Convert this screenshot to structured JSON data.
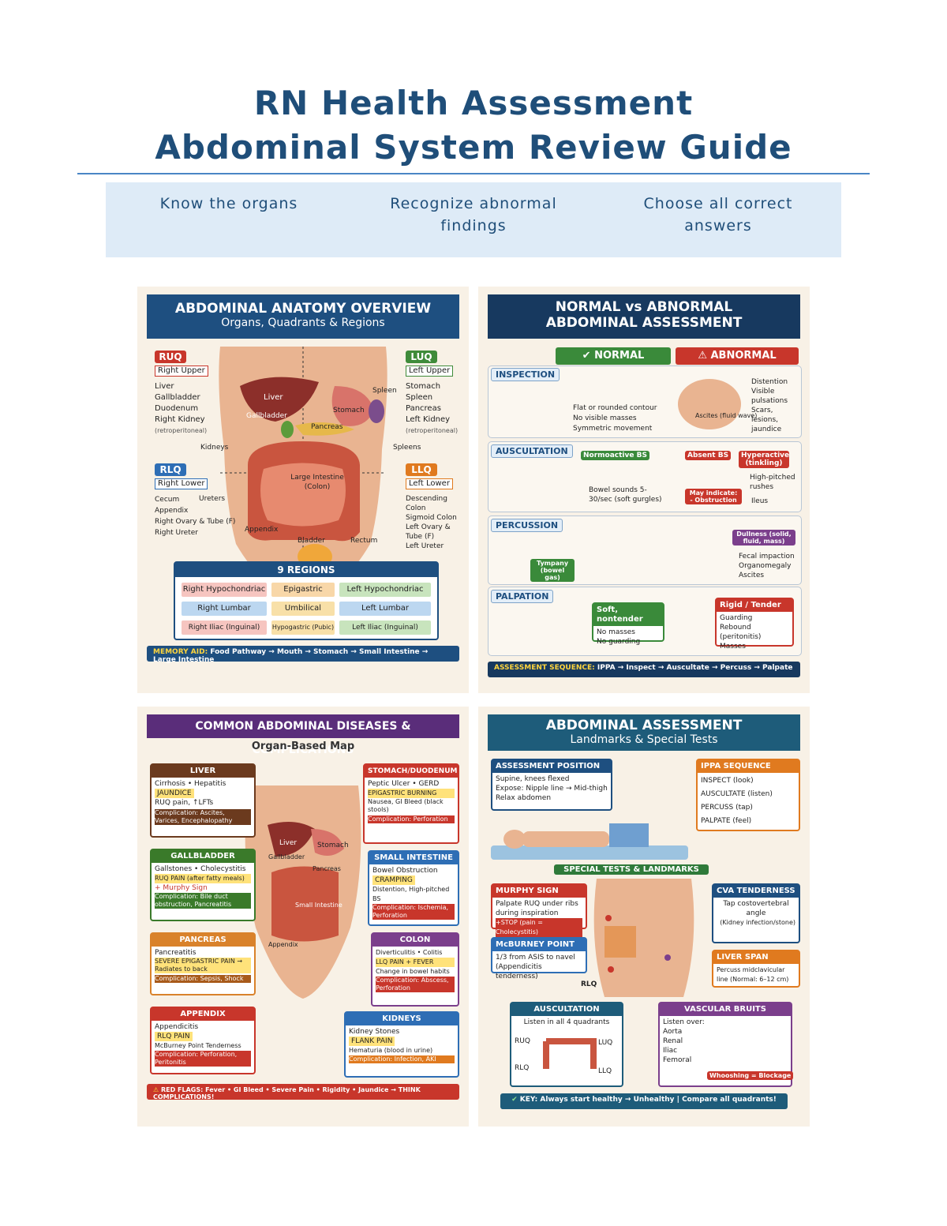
{
  "page": {
    "title_line1": "RN Health Assessment",
    "title_line2": "Abdominal System Review Guide",
    "taglines": [
      "Know the organs",
      "Recognize abnormal findings",
      "Choose all correct answers"
    ]
  },
  "panel1": {
    "title": "ABDOMINAL ANATOMY OVERVIEW",
    "subtitle": "Organs, Quadrants & Regions",
    "ruq": {
      "code": "RUQ",
      "name": "Right Upper",
      "items": [
        "Liver",
        "Gallbladder",
        "Duodenum",
        "Right Kidney"
      ],
      "note": "(retroperitoneal)"
    },
    "luq": {
      "code": "LUQ",
      "name": "Left Upper",
      "items": [
        "Stomach",
        "Spleen",
        "Pancreas",
        "Left Kidney"
      ],
      "note": "(retroperitoneal)"
    },
    "rlq": {
      "code": "RLQ",
      "name": "Right Lower",
      "items": [
        "Cecum",
        "Appendix",
        "Right Ovary & Tube (F)",
        "Right Ureter"
      ]
    },
    "llq": {
      "code": "LLQ",
      "name": "Left Lower",
      "items": [
        "Descending Colon",
        "Sigmoid Colon",
        "Left Ovary & Tube (F)",
        "Left Ureter"
      ]
    },
    "organ_labels": {
      "liver": "Liver",
      "spleen": "Spleen",
      "stomach": "Stomach",
      "gallbladder": "Gallbladder",
      "pancreas": "Pancreas",
      "kidneys": "Kidneys",
      "spleens": "Spleens",
      "large_intestine": "Large Intestine (Colon)",
      "ureters": "Ureters",
      "appendix": "Appendix",
      "bladder": "Bladder",
      "rectum": "Rectum"
    },
    "regions_title": "9 REGIONS",
    "regions": [
      "Right Hypochondriac",
      "Epigastric",
      "Left Hypochondriac",
      "Right Lumbar",
      "Umbilical",
      "Left Lumbar",
      "Right Iliac (Inguinal)",
      "Hypogastric (Pubic)",
      "Left Iliac (Inguinal)"
    ],
    "memory_label": "MEMORY AID:",
    "memory_text": "Food Pathway → Mouth → Stomach → Small Intestine → Large Intestine"
  },
  "panel2": {
    "title_line1": "NORMAL vs ABNORMAL",
    "title_line2": "ABDOMINAL ASSESSMENT",
    "normal": "✔ NORMAL",
    "abnormal": "⚠ ABNORMAL",
    "inspection": {
      "tag": "INSPECTION",
      "normal": [
        "Flat or rounded contour",
        "No visible masses",
        "Symmetric movement"
      ],
      "abnormal": [
        "Distention",
        "Visible pulsations",
        "Scars, lesions, jaundice"
      ],
      "ascites": "Ascites (fluid wave)"
    },
    "auscultation": {
      "tag": "AUSCULTATION",
      "normal_label": "Normoactive BS",
      "normal_note": "Bowel sounds 5-30/sec (soft gurgles)",
      "absent": "Absent BS",
      "hyper": "Hyperactive (tinkling)",
      "high": "High-pitched rushes",
      "indicate": "May indicate: - Obstruction",
      "ileus": "Ileus"
    },
    "percussion": {
      "tag": "PERCUSSION",
      "normal": "Tympany (bowel gas)",
      "dull": "Dullness (solid, fluid, mass)",
      "items": [
        "Fecal impaction",
        "Organomegaly",
        "Ascites"
      ]
    },
    "palpation": {
      "tag": "PALPATION",
      "normal": "Soft, nontender",
      "normal_items": [
        "No masses",
        "No guarding"
      ],
      "abnormal": "Rigid / Tender",
      "abnormal_items": [
        "Guarding",
        "Rebound (peritonitis)",
        "Masses"
      ]
    },
    "sequence_label": "ASSESSMENT SEQUENCE:",
    "sequence_text": "IPPA → Inspect → Auscultate → Percuss → Palpate"
  },
  "panel3": {
    "title": "COMMON ABDOMINAL DISEASES & COMPLICATIONS",
    "subtitle": "Organ-Based Map",
    "liver": {
      "name": "LIVER",
      "items": "Cirrhosis • Hepatitis",
      "key": "JAUNDICE",
      "sub": "RUQ pain, ↑LFTs",
      "comp": "Complication: Ascites, Varices, Encephalopathy"
    },
    "stomach": {
      "name": "STOMACH/DUODENUM",
      "items": "Peptic Ulcer • GERD",
      "key": "EPIGASTRIC BURNING",
      "sub": "Nausea, GI Bleed (black stools)",
      "comp": "Complication: Perforation"
    },
    "gallbladder": {
      "name": "GALLBLADDER",
      "items": "Gallstones • Cholecystitis",
      "key": "RUQ PAIN (after fatty meals)",
      "sub": "+ Murphy Sign",
      "comp": "Complication: Bile duct obstruction, Pancreatitis"
    },
    "small_intestine": {
      "name": "SMALL INTESTINE",
      "items": "Bowel Obstruction",
      "key": "CRAMPING",
      "sub": "Distention, High-pitched BS",
      "comp": "Complication: Ischemia, Perforation"
    },
    "pancreas": {
      "name": "PANCREAS",
      "items": "Pancreatitis",
      "key": "SEVERE EPIGASTRIC PAIN → Radiates to back",
      "comp": "Complication: Sepsis, Shock"
    },
    "colon": {
      "name": "COLON",
      "items": "Diverticulitis • Colitis",
      "key": "LLQ PAIN + FEVER",
      "sub": "Change in bowel habits",
      "comp": "Complication: Abscess, Perforation"
    },
    "appendix": {
      "name": "APPENDIX",
      "items": "Appendicitis",
      "key": "RLQ PAIN",
      "sub": "McBurney Point Tenderness",
      "comp": "Complication: Perforation, Peritonitis"
    },
    "kidneys": {
      "name": "KIDNEYS",
      "items": "Kidney Stones",
      "key": "FLANK PAIN",
      "sub": "Hematuria (blood in urine)",
      "comp": "Complication: Infection, AKI"
    },
    "organ_labels": {
      "liver": "Liver",
      "stomach": "Stomach",
      "gallbladder": "Gallbladder",
      "pancreas": "Pancreas",
      "small_intestine": "Small Intestine",
      "appendix": "Appendix"
    },
    "red_flags": "RED FLAGS: Fever • GI Bleed • Severe Pain • Rigidity • Jaundice → THINK COMPLICATIONS!"
  },
  "panel4": {
    "title_line1": "ABDOMINAL ASSESSMENT",
    "title_line2": "Landmarks & Special Tests",
    "position": {
      "title": "ASSESSMENT POSITION",
      "items": [
        "Supine, knees flexed",
        "Expose: Nipple line → Mid-thigh",
        "Relax abdomen"
      ]
    },
    "ippa": {
      "title": "IPPA SEQUENCE",
      "items": [
        "INSPECT (look)",
        "AUSCULTATE (listen)",
        "PERCUSS (tap)",
        "PALPATE (feel)"
      ]
    },
    "special_title": "SPECIAL TESTS & LANDMARKS",
    "murphy": {
      "title": "MURPHY SIGN",
      "text": "Palpate RUQ under ribs during inspiration",
      "flag": "+STOP (pain = Cholecystitis)"
    },
    "mcburney": {
      "title": "McBURNEY POINT",
      "text": "1/3 from ASIS to navel (Appendicitis tenderness)",
      "rlq": "RLQ"
    },
    "cva": {
      "title": "CVA TENDERNESS",
      "text": "Tap costovertebral angle",
      "note": "(Kidney infection/stone)"
    },
    "liver_span": {
      "title": "LIVER SPAN",
      "text": "Percuss midclavicular line (Normal: 6–12 cm)"
    },
    "auscultation": {
      "title": "AUSCULTATION",
      "text": "Listen in all 4 quadrants",
      "q": [
        "RUQ",
        "LUQ",
        "RLQ",
        "LLQ"
      ]
    },
    "bruits": {
      "title": "VASCULAR BRUITS",
      "text": "Listen over:",
      "items": [
        "Aorta",
        "Renal",
        "Iliac",
        "Femoral"
      ],
      "flag": "Whooshing = Blockage"
    },
    "key": "KEY: Always start healthy → Unhealthy | Compare all quadrants!"
  }
}
